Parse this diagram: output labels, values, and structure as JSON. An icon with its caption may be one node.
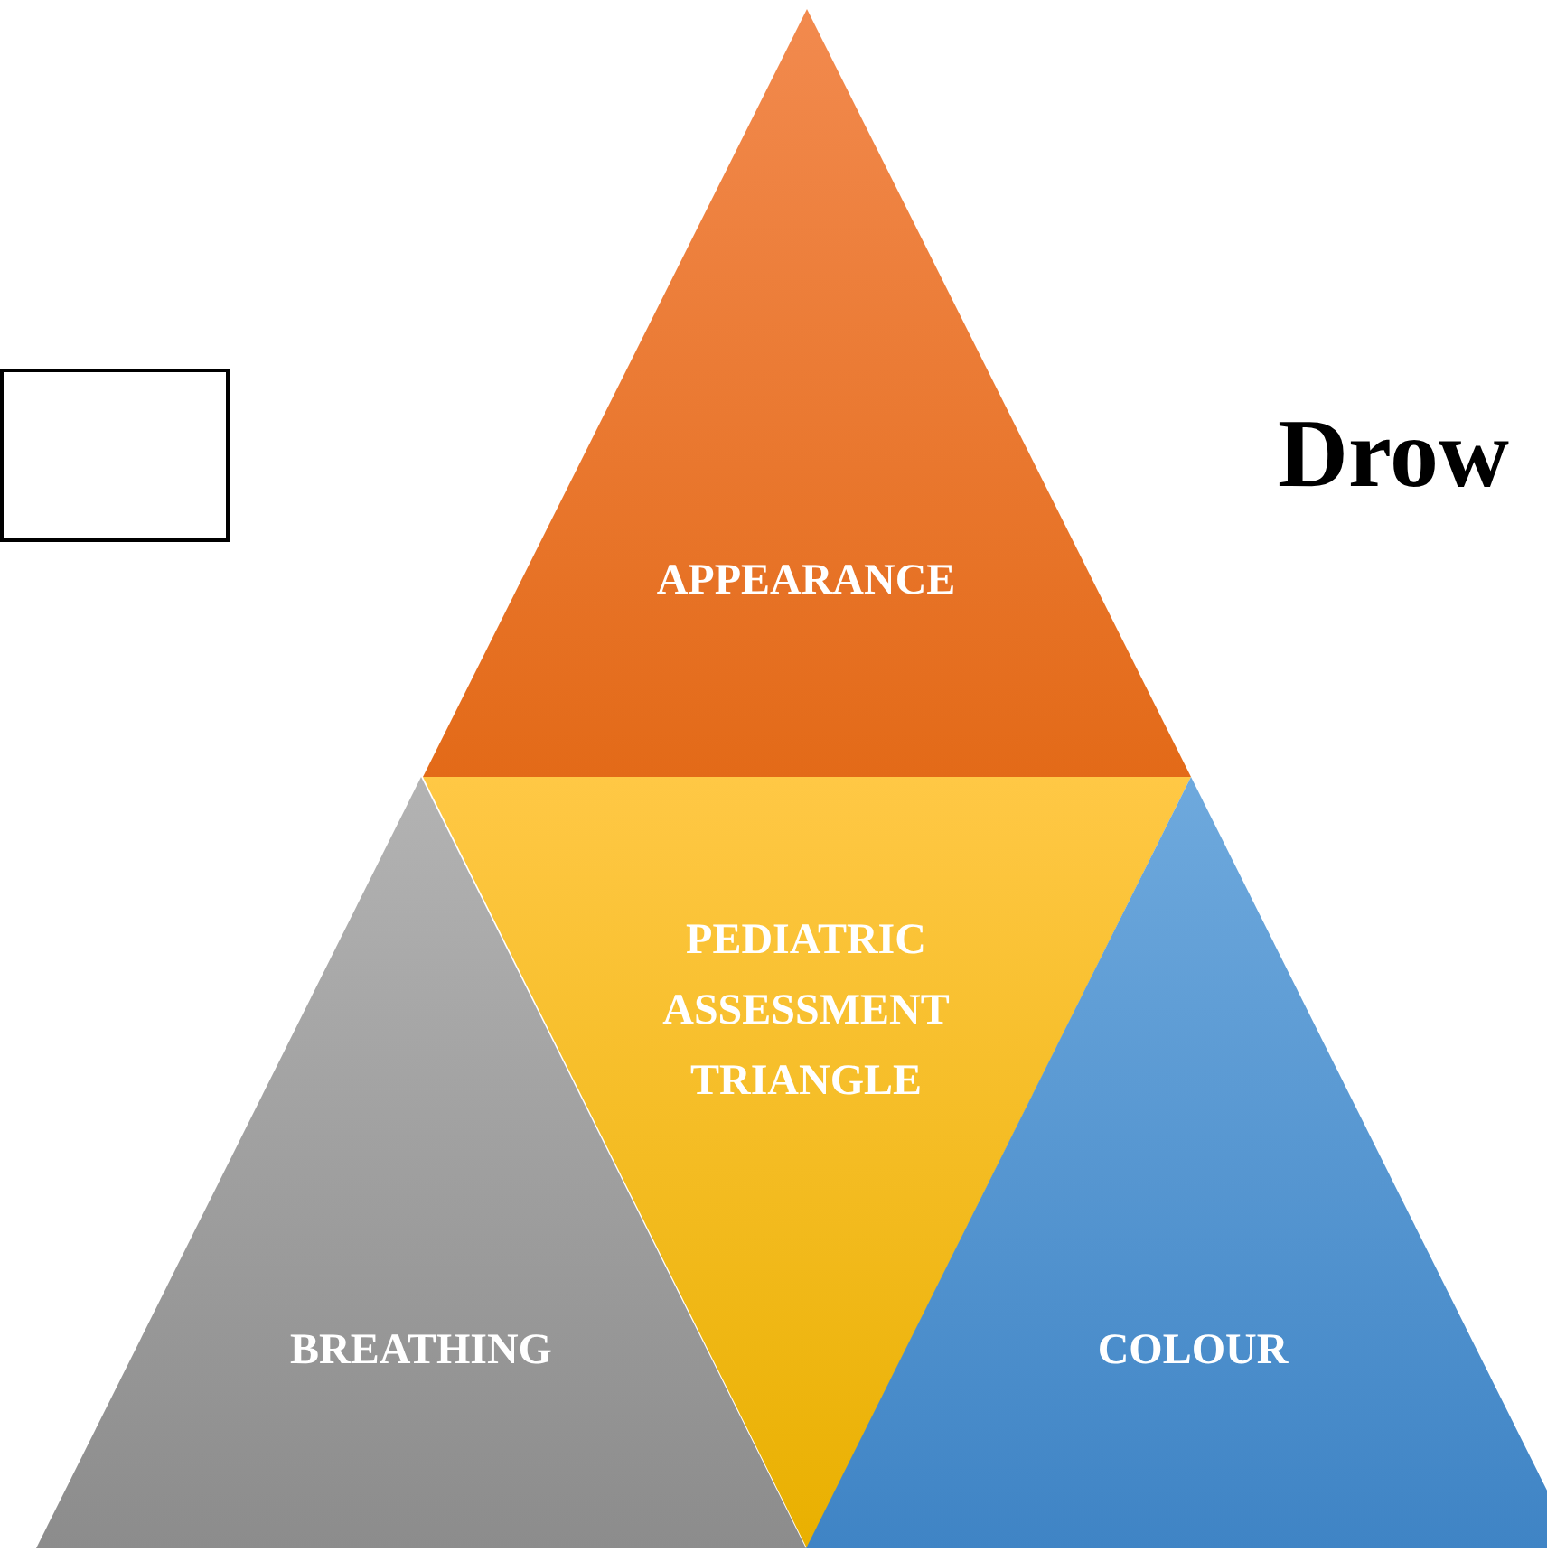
{
  "diagram": {
    "nodes": [
      {
        "text": [
          "APPEARANCE"
        ]
      },
      {
        "text": [
          "PEDIATRIC ASSESSMENT TRIANGLE"
        ]
      },
      {
        "text": [
          "BREATHING"
        ]
      },
      {
        "text": [
          "COLOUR"
        ]
      },
      {
        "text": [],
        "shape": "box"
      }
    ],
    "labels": [
      "Drow"
    ]
  }
}
